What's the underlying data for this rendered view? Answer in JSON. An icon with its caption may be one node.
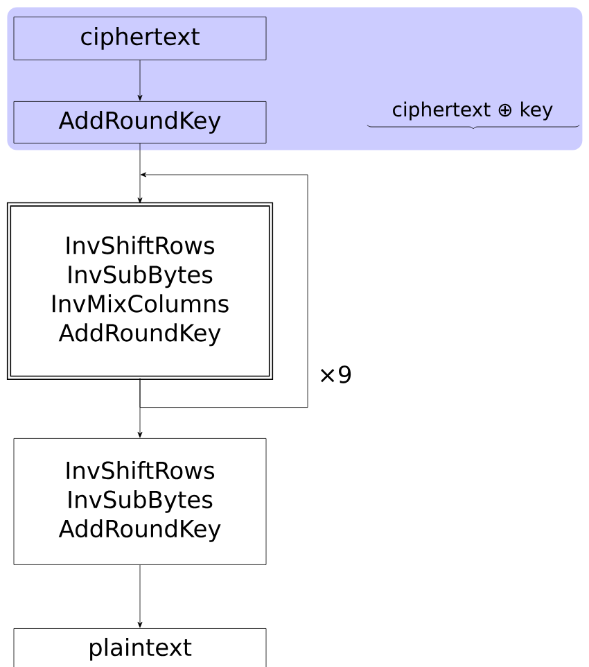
{
  "diagram": {
    "nodes": [
      {
        "text": [
          "ciphertext ⊕ key"
        ]
      },
      {
        "text": [
          "ciphertext"
        ],
        "in": 0
      },
      {
        "text": [
          "AddRoundKey"
        ],
        "in": 0
      },
      {
        "text": [
          "InvShiftRows InvSubBytes InvMixColumns AddRoundKey"
        ],
        "beside": [
          "×9"
        ]
      },
      {
        "text": [
          "InvShiftRows InvSubBytes AddRoundKey"
        ]
      },
      {
        "text": [
          "plaintext"
        ]
      }
    ],
    "edges": [
      {
        "from": 1,
        "to": 2,
        "arrow": "to"
      },
      {
        "from": 2,
        "to": 3,
        "arrow": "to"
      },
      {
        "from": 3,
        "to": 3,
        "arrow": "to"
      },
      {
        "from": 3,
        "to": 4,
        "arrow": "to"
      },
      {
        "from": 4,
        "to": 5,
        "arrow": "to"
      }
    ]
  }
}
